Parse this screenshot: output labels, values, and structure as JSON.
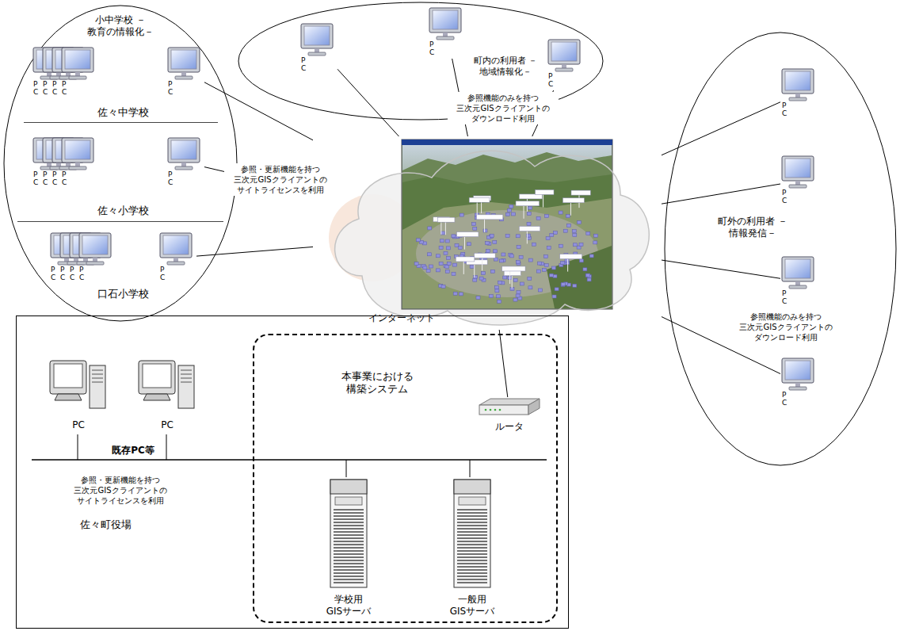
{
  "diagram": {
    "nodes": [
      {
        "text": [
          "小中学校 －教育の情報化－"
        ]
      },
      {
        "text": [
          "佐々中学校"
        ],
        "in": 0
      },
      {
        "text": [
          "PC"
        ],
        "in": 1
      },
      {
        "text": [
          "PC"
        ],
        "in": 1
      },
      {
        "text": [
          "PC"
        ],
        "in": 1
      },
      {
        "text": [
          "PC"
        ],
        "in": 1
      },
      {
        "text": [
          "PC"
        ],
        "in": 1
      },
      {
        "text": [
          "佐々小学校"
        ],
        "in": 0
      },
      {
        "text": [
          "PC"
        ],
        "in": 7
      },
      {
        "text": [
          "PC"
        ],
        "in": 7
      },
      {
        "text": [
          "PC"
        ],
        "in": 7
      },
      {
        "text": [
          "PC"
        ],
        "in": 7
      },
      {
        "text": [
          "PC"
        ],
        "in": 7
      },
      {
        "text": [
          "口石小学校"
        ],
        "in": 0
      },
      {
        "text": [
          "PC"
        ],
        "in": 13
      },
      {
        "text": [
          "PC"
        ],
        "in": 13
      },
      {
        "text": [
          "PC"
        ],
        "in": 13
      },
      {
        "text": [
          "PC"
        ],
        "in": 13
      },
      {
        "text": [
          "PC"
        ],
        "in": 13
      },
      {
        "text": [
          "町内の利用者 －地域情報化－"
        ]
      },
      {
        "text": [
          "PC"
        ],
        "in": 19
      },
      {
        "text": [
          "PC"
        ],
        "in": 19
      },
      {
        "text": [
          "PC"
        ],
        "in": 19
      },
      {
        "text": [
          "インターネット"
        ]
      },
      {
        "text": [
          "町外の利用者 －情報発信－"
        ]
      },
      {
        "text": [
          "PC"
        ],
        "in": 24
      },
      {
        "text": [
          "PC"
        ],
        "in": 24
      },
      {
        "text": [
          "PC"
        ],
        "in": 24
      },
      {
        "text": [
          "PC"
        ],
        "in": 24
      },
      {
        "text": [
          "佐々町役場"
        ]
      },
      {
        "text": [
          "PC"
        ],
        "in": 29
      },
      {
        "text": [
          "PC"
        ],
        "in": 29
      },
      {
        "text": [
          "本事業における 構築システム"
        ],
        "in": 29
      },
      {
        "text": [
          "ルータ"
        ],
        "in": 32
      },
      {
        "text": [
          "学校用 GISサーバ"
        ],
        "in": 32
      },
      {
        "text": [
          "一般用 GISサーバ"
        ],
        "in": 32
      }
    ],
    "edges": [
      {
        "from": 6,
        "to": 23,
        "arrow": "none"
      },
      {
        "from": 12,
        "to": 23,
        "arrow": "none"
      },
      {
        "from": 18,
        "to": 23,
        "arrow": "none"
      },
      {
        "from": 20,
        "to": 23,
        "arrow": "none"
      },
      {
        "from": 21,
        "to": 23,
        "arrow": "none"
      },
      {
        "from": 22,
        "to": 23,
        "arrow": "none"
      },
      {
        "from": 25,
        "to": 23,
        "arrow": "none"
      },
      {
        "from": 26,
        "to": 23,
        "arrow": "none"
      },
      {
        "from": 27,
        "to": 23,
        "arrow": "none"
      },
      {
        "from": 28,
        "to": 23,
        "arrow": "none"
      },
      {
        "from": 33,
        "to": 23,
        "arrow": "none"
      }
    ],
    "labels": [
      "参照機能のみを持つ 三次元GISクライアントの ダウンロード利用",
      "参照・更新機能を持つ 三次元GISクライアントの サイトライセンスを利用",
      "参照機能のみを持つ 三次元GISクライアントの ダウンロード利用",
      "既存PC等",
      "参照・更新機能を持つ 三次元GISクライアントの サイトライセンスを利用"
    ]
  }
}
